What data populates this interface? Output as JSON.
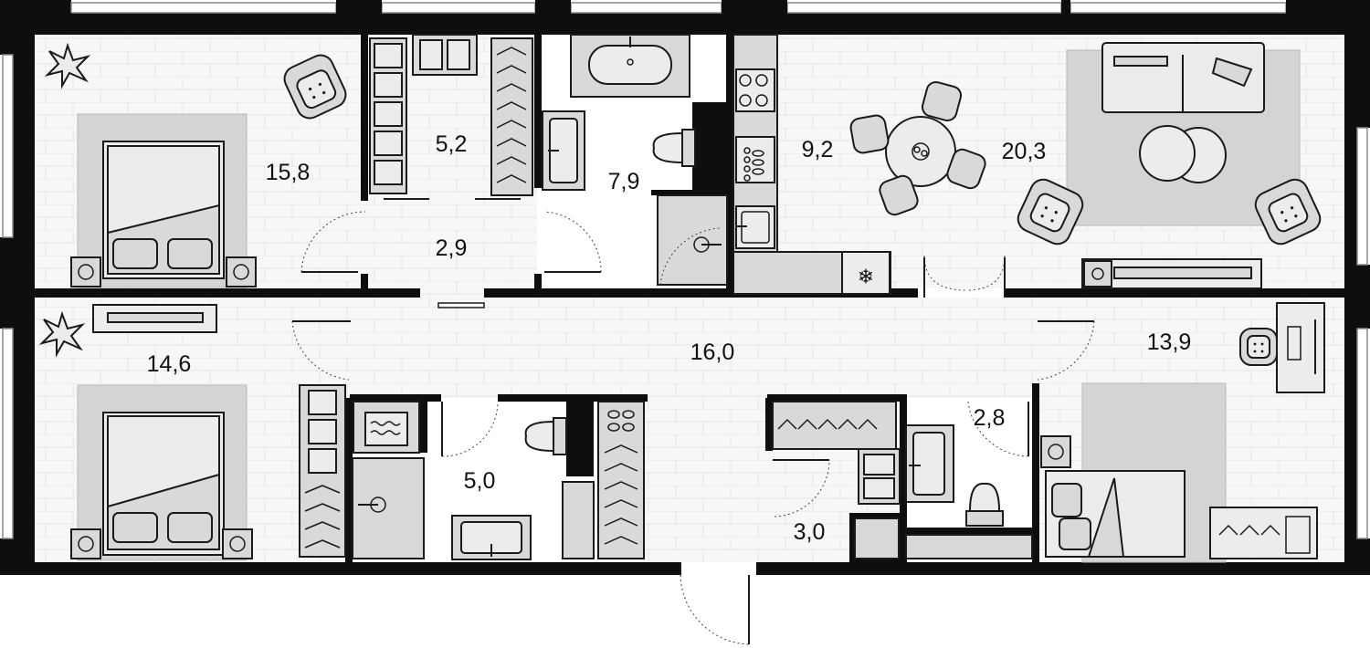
{
  "rooms": {
    "bedroom_top_left": {
      "area": "15,8"
    },
    "wardrobe_top": {
      "area": "5,2"
    },
    "bathroom_top": {
      "area": "7,9"
    },
    "kitchen": {
      "area": "9,2"
    },
    "living_room": {
      "area": "20,3"
    },
    "vestibule": {
      "area": "2,9"
    },
    "bedroom_bottom_left": {
      "area": "14,6"
    },
    "hallway": {
      "area": "16,0"
    },
    "bedroom_bottom_right": {
      "area": "13,9"
    },
    "bathroom_bottom": {
      "area": "5,0"
    },
    "toilet": {
      "area": "2,8"
    },
    "storage": {
      "area": "3,0"
    }
  },
  "icons": {
    "fridge": "snowflake-icon",
    "plant": "plant-icon",
    "bathtub": "bathtub-icon",
    "stove": "stove-icon",
    "sink": "sink-icon",
    "toilet": "toilet-icon",
    "washer": "washing-machine-icon",
    "armchair": "armchair-icon",
    "bed": "bed-icon"
  },
  "colors": {
    "walls": "#0e0e0e",
    "furniture": "#d9d9d9",
    "floor": "#f3f3f3"
  }
}
